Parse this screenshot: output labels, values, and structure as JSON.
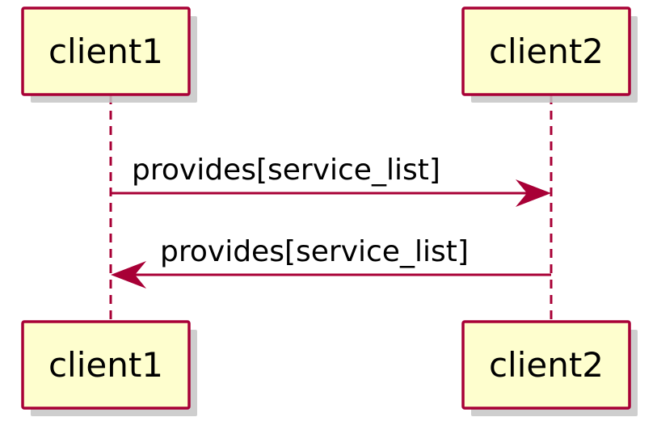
{
  "participants": [
    {
      "id": "client1",
      "label": "client1"
    },
    {
      "id": "client2",
      "label": "client2"
    }
  ],
  "messages": [
    {
      "from": "client1",
      "to": "client2",
      "label": "provides[service_list]"
    },
    {
      "from": "client2",
      "to": "client1",
      "label": "provides[service_list]"
    }
  ],
  "colors": {
    "actor_fill": "#FEFECE",
    "actor_border": "#A80036",
    "line": "#A80036",
    "text": "#000000"
  }
}
